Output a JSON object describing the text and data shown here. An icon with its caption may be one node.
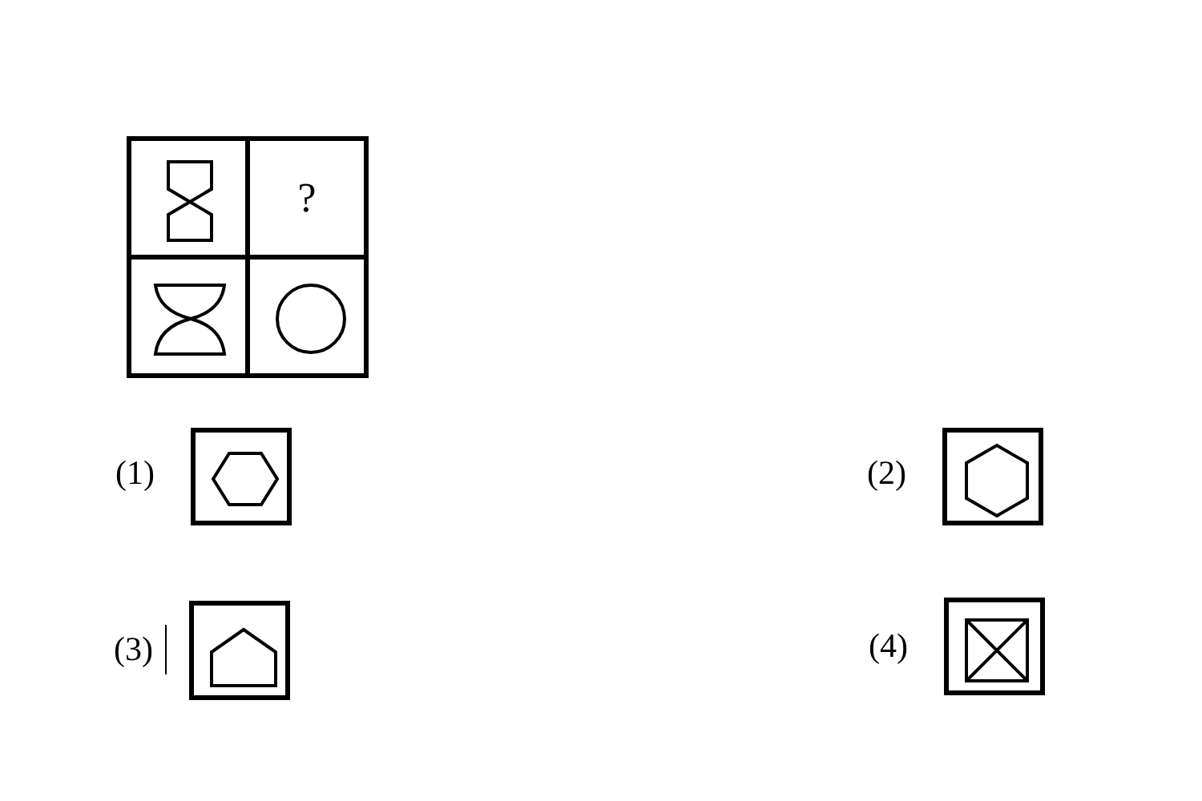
{
  "diagram": {
    "nodes": [
      {
        "text": [],
        "shape": "box"
      },
      {
        "text": [
          "?"
        ]
      },
      {
        "text": [],
        "shape": "box"
      },
      {
        "text": [],
        "shape": "box"
      },
      {
        "text": [],
        "shape": "box",
        "beside": [
          "(1)"
        ]
      },
      {
        "text": [],
        "shape": "box",
        "beside": [
          "(2)"
        ]
      },
      {
        "text": [],
        "shape": "box",
        "beside": [
          "(3)"
        ]
      },
      {
        "text": [],
        "shape": "box",
        "beside": [
          "(4)"
        ]
      }
    ]
  }
}
